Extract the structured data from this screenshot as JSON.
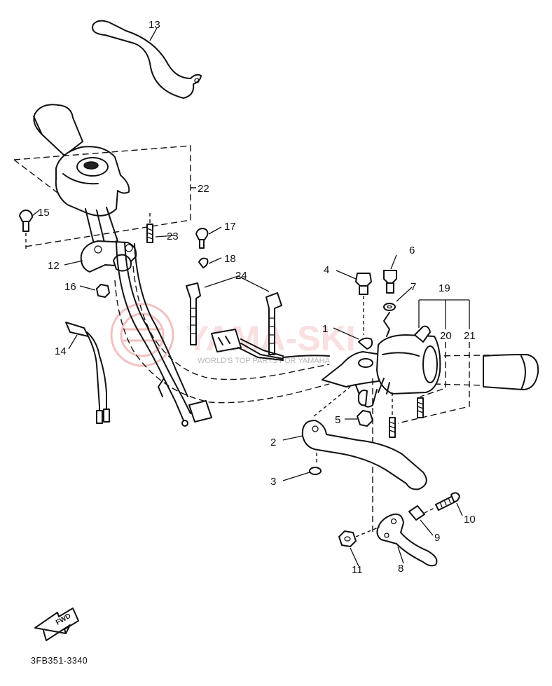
{
  "diagram": {
    "part_code": "3FB351-3340",
    "fwd_label": "FWD",
    "watermark": {
      "main": "YAMA-SKI",
      "sub": "WORLD'S TOP PARTS FOR YAMAHA",
      "color": "#e57373"
    },
    "callouts": [
      "1",
      "2",
      "3",
      "4",
      "5",
      "6",
      "7",
      "8",
      "9",
      "10",
      "11",
      "12",
      "13",
      "14",
      "15",
      "16",
      "17",
      "18",
      "19",
      "20",
      "21",
      "22",
      "23",
      "24"
    ]
  }
}
